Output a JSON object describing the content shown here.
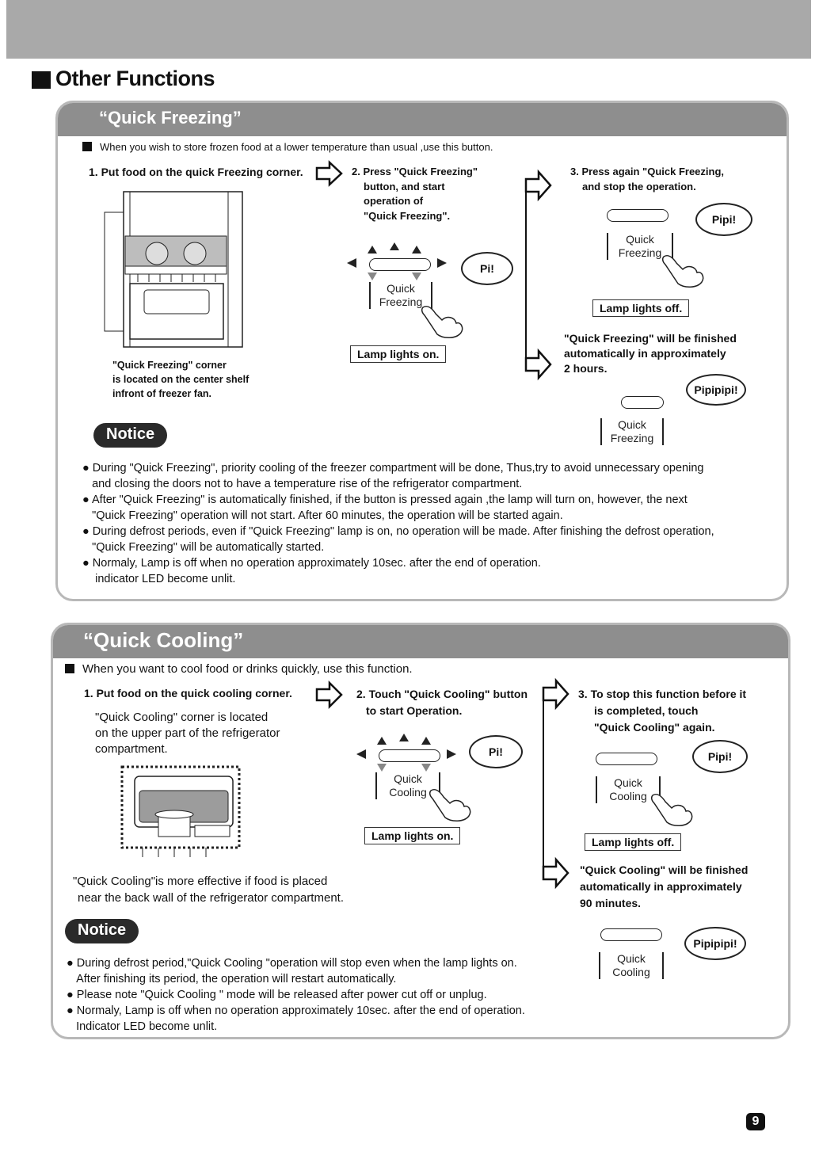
{
  "page": {
    "section_title": "Other Functions",
    "page_number": "9"
  },
  "quick_freezing": {
    "title": "“Quick Freezing”",
    "intro": "When you wish to store frozen food at a lower temperature than usual ,use this button.",
    "step1": "1. Put food on the quick Freezing corner.",
    "step2_lines": [
      "2. Press \"Quick Freezing\"",
      "button, and start",
      "operation of",
      "\"Quick Freezing\"."
    ],
    "step3_lines": [
      "3. Press again \"Quick Freezing,",
      "and stop the operation."
    ],
    "corner_caption_lines": [
      "\"Quick Freezing\" corner",
      "is located on the center shelf",
      "infront of freezer fan."
    ],
    "button_label_lines": [
      "Quick",
      "Freezing"
    ],
    "sound_pi": "Pi!",
    "sound_pipi": "Pipi!",
    "sound_pipipipi": "Pipipipi!",
    "lamp_on": "Lamp lights on.",
    "lamp_off": "Lamp lights off.",
    "auto_finish_lines": [
      "\"Quick Freezing\" will be finished",
      "automatically in approximately",
      "2 hours."
    ],
    "notice_label": "Notice",
    "notices": [
      [
        "During \"Quick Freezing\", priority cooling of the freezer compartment will be done, Thus,try to avoid unnecessary opening",
        "and closing the doors not to have a temperature rise of the refrigerator compartment."
      ],
      [
        "After \"Quick Freezing\" is automatically finished, if the button is pressed again ,the lamp will turn on, however, the next",
        "\"Quick Freezing\" operation will not start.  After 60 minutes, the operation will be started again."
      ],
      [
        "During defrost periods, even if \"Quick Freezing\" lamp is on, no operation will be made. After finishing the defrost operation,",
        "\"Quick Freezing\" will be automatically started."
      ],
      [
        "Normaly, Lamp is off when no operation approximately 10sec. after the end of operation.",
        "indicator LED become unlit."
      ]
    ]
  },
  "quick_cooling": {
    "title": "“Quick Cooling”",
    "intro": "When you want to cool food or drinks quickly, use this function.",
    "step1": "1. Put food on the quick cooling corner.",
    "step1_detail_lines": [
      "\"Quick Cooling\" corner is located",
      "on the upper part of the refrigerator",
      "compartment."
    ],
    "step2_lines": [
      "2. Touch \"Quick Cooling\" button",
      "to start Operation."
    ],
    "step3_lines": [
      "3. To stop this function before it",
      "is completed, touch",
      "\"Quick  Cooling\" again."
    ],
    "button_label_lines": [
      "Quick",
      "Cooling"
    ],
    "sound_pi": "Pi!",
    "sound_pipi": "Pipi!",
    "sound_pipipipi": "Pipipipi!",
    "lamp_on": "Lamp lights on.",
    "lamp_off": "Lamp lights off.",
    "auto_finish_lines": [
      "\"Quick Cooling\" will be finished",
      "automatically in approximately",
      "90 minutes."
    ],
    "effective_lines": [
      "\"Quick Cooling\"is more effective if food is placed",
      "near the back wall of  the refrigerator compartment."
    ],
    "notice_label": "Notice",
    "notices": [
      [
        "During defrost period,\"Quick Cooling \"operation will stop even when the lamp lights on.",
        "After finishing its period, the operation will restart automatically."
      ],
      [
        "Please note \"Quick Cooling \" mode will be released after power cut off or unplug."
      ],
      [
        "Normaly, Lamp is off when no operation approximately 10sec. after the end of operation.",
        "Indicator LED become unlit."
      ]
    ]
  }
}
